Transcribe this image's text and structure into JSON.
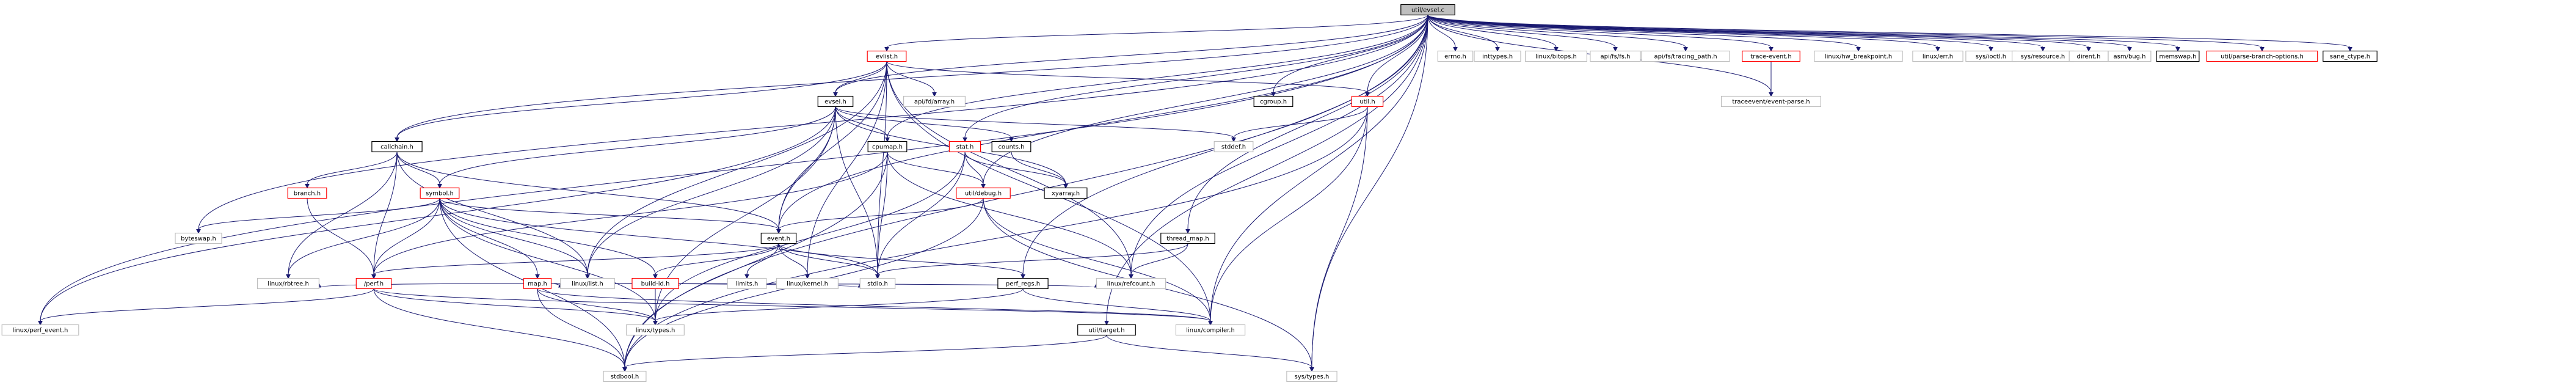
{
  "diagram": {
    "title": "util/evsel.c include dependency graph",
    "root": "util/evsel.c",
    "colors": {
      "edge": "#191970",
      "node_border_default": "#bfbfbf",
      "node_border_documented": "#000000",
      "node_border_red": "#ff0000",
      "root_fill": "#bfbfbf"
    },
    "nodes": [
      {
        "id": "root",
        "label": "util/evsel.c",
        "style": "root"
      },
      {
        "id": "byteswap",
        "label": "byteswap.h",
        "style": "gray"
      },
      {
        "id": "errno",
        "label": "errno.h",
        "style": "gray"
      },
      {
        "id": "inttypes",
        "label": "inttypes.h",
        "style": "gray"
      },
      {
        "id": "bitops",
        "label": "linux/bitops.h",
        "style": "gray"
      },
      {
        "id": "apifs",
        "label": "api/fs/fs.h",
        "style": "gray"
      },
      {
        "id": "tracing_path",
        "label": "api/fs/tracing_path.h",
        "style": "gray"
      },
      {
        "id": "trace_event",
        "label": "trace-event.h",
        "style": "red"
      },
      {
        "id": "hw_breakpoint",
        "label": "linux/hw_breakpoint.h",
        "style": "gray"
      },
      {
        "id": "linux_err",
        "label": "linux/err.h",
        "style": "gray"
      },
      {
        "id": "sys_ioctl",
        "label": "sys/ioctl.h",
        "style": "gray"
      },
      {
        "id": "sys_resource",
        "label": "sys/resource.h",
        "style": "gray"
      },
      {
        "id": "dirent",
        "label": "dirent.h",
        "style": "gray"
      },
      {
        "id": "asm_bug",
        "label": "asm/bug.h",
        "style": "gray"
      },
      {
        "id": "memswap",
        "label": "memswap.h",
        "style": "black"
      },
      {
        "id": "parse_branch",
        "label": "util/parse-branch-options.h",
        "style": "red"
      },
      {
        "id": "sane_ctype",
        "label": "sane_ctype.h",
        "style": "black"
      },
      {
        "id": "evlist",
        "label": "evlist.h",
        "style": "red"
      },
      {
        "id": "api_fd_array",
        "label": "api/fd/array.h",
        "style": "gray"
      },
      {
        "id": "evsel",
        "label": "evsel.h",
        "style": "black"
      },
      {
        "id": "cgroup",
        "label": "cgroup.h",
        "style": "black"
      },
      {
        "id": "util",
        "label": "util.h",
        "style": "red"
      },
      {
        "id": "traceevent_parse",
        "label": "traceevent/event-parse.h",
        "style": "gray"
      },
      {
        "id": "stddef",
        "label": "stddef.h",
        "style": "gray"
      },
      {
        "id": "callchain",
        "label": "callchain.h",
        "style": "black"
      },
      {
        "id": "cpumap",
        "label": "cpumap.h",
        "style": "black"
      },
      {
        "id": "stat",
        "label": "stat.h",
        "style": "red"
      },
      {
        "id": "counts",
        "label": "counts.h",
        "style": "black"
      },
      {
        "id": "branch",
        "label": "branch.h",
        "style": "red"
      },
      {
        "id": "symbol",
        "label": "symbol.h",
        "style": "red"
      },
      {
        "id": "util_debug",
        "label": "util/debug.h",
        "style": "red"
      },
      {
        "id": "xyarray",
        "label": "xyarray.h",
        "style": "black"
      },
      {
        "id": "event",
        "label": "event.h",
        "style": "black"
      },
      {
        "id": "thread_map",
        "label": "thread_map.h",
        "style": "black"
      },
      {
        "id": "map",
        "label": "map.h",
        "style": "red"
      },
      {
        "id": "build_id",
        "label": "build-id.h",
        "style": "red"
      },
      {
        "id": "perf",
        "label": "/perf.h",
        "style": "red"
      },
      {
        "id": "perf_regs",
        "label": "perf_regs.h",
        "style": "black"
      },
      {
        "id": "rbtree",
        "label": "linux/rbtree.h",
        "style": "gray"
      },
      {
        "id": "linux_list",
        "label": "linux/list.h",
        "style": "gray"
      },
      {
        "id": "limits",
        "label": "limits.h",
        "style": "gray"
      },
      {
        "id": "linux_kernel",
        "label": "linux/kernel.h",
        "style": "gray"
      },
      {
        "id": "stdio",
        "label": "stdio.h",
        "style": "gray"
      },
      {
        "id": "refcount",
        "label": "linux/refcount.h",
        "style": "gray"
      },
      {
        "id": "perf_event",
        "label": "linux/perf_event.h",
        "style": "gray"
      },
      {
        "id": "linux_types",
        "label": "linux/types.h",
        "style": "gray"
      },
      {
        "id": "util_target",
        "label": "util/target.h",
        "style": "black"
      },
      {
        "id": "compiler",
        "label": "linux/compiler.h",
        "style": "gray"
      },
      {
        "id": "stdbool",
        "label": "stdbool.h",
        "style": "gray"
      },
      {
        "id": "sys_types",
        "label": "sys/types.h",
        "style": "gray"
      }
    ],
    "edges": [
      [
        "root",
        "byteswap"
      ],
      [
        "root",
        "errno"
      ],
      [
        "root",
        "inttypes"
      ],
      [
        "root",
        "bitops"
      ],
      [
        "root",
        "apifs"
      ],
      [
        "root",
        "tracing_path"
      ],
      [
        "root",
        "trace_event"
      ],
      [
        "root",
        "hw_breakpoint"
      ],
      [
        "root",
        "linux_err"
      ],
      [
        "root",
        "sys_ioctl"
      ],
      [
        "root",
        "sys_resource"
      ],
      [
        "root",
        "dirent"
      ],
      [
        "root",
        "asm_bug"
      ],
      [
        "root",
        "memswap"
      ],
      [
        "root",
        "parse_branch"
      ],
      [
        "root",
        "sane_ctype"
      ],
      [
        "root",
        "evlist"
      ],
      [
        "root",
        "evsel"
      ],
      [
        "root",
        "cgroup"
      ],
      [
        "root",
        "util"
      ],
      [
        "root",
        "traceevent_parse"
      ],
      [
        "root",
        "callchain"
      ],
      [
        "root",
        "cpumap"
      ],
      [
        "root",
        "stat"
      ],
      [
        "root",
        "util_debug"
      ],
      [
        "root",
        "event"
      ],
      [
        "root",
        "thread_map"
      ],
      [
        "root",
        "perf_regs"
      ],
      [
        "root",
        "refcount"
      ],
      [
        "root",
        "perf_event"
      ],
      [
        "root",
        "compiler"
      ],
      [
        "root",
        "stdbool"
      ],
      [
        "root",
        "sys_types"
      ],
      [
        "root",
        "util_target"
      ],
      [
        "trace_event",
        "traceevent_parse"
      ],
      [
        "evlist",
        "api_fd_array"
      ],
      [
        "evlist",
        "evsel"
      ],
      [
        "evlist",
        "util"
      ],
      [
        "evlist",
        "stdio"
      ],
      [
        "evlist",
        "linux_list"
      ],
      [
        "evlist",
        "event"
      ],
      [
        "evlist",
        "compiler"
      ],
      [
        "evlist",
        "refcount"
      ],
      [
        "evlist",
        "linux_kernel"
      ],
      [
        "evlist",
        "callchain"
      ],
      [
        "evsel",
        "stddef"
      ],
      [
        "evsel",
        "cpumap"
      ],
      [
        "evsel",
        "counts"
      ],
      [
        "evsel",
        "xyarray"
      ],
      [
        "evsel",
        "symbol"
      ],
      [
        "evsel",
        "perf_event"
      ],
      [
        "evsel",
        "linux_types"
      ],
      [
        "evsel",
        "linux_list"
      ],
      [
        "evsel",
        "stdio"
      ],
      [
        "evsel",
        "event"
      ],
      [
        "util",
        "stddef"
      ],
      [
        "util",
        "compiler"
      ],
      [
        "util",
        "sys_types"
      ],
      [
        "util",
        "stdbool"
      ],
      [
        "callchain",
        "branch"
      ],
      [
        "callchain",
        "symbol"
      ],
      [
        "callchain",
        "event"
      ],
      [
        "callchain",
        "perf"
      ],
      [
        "callchain",
        "linux_list"
      ],
      [
        "callchain",
        "rbtree"
      ],
      [
        "cpumap",
        "stdio"
      ],
      [
        "cpumap",
        "stdbool"
      ],
      [
        "cpumap",
        "refcount"
      ],
      [
        "cpumap",
        "util_debug"
      ],
      [
        "cpumap",
        "perf"
      ],
      [
        "stat",
        "xyarray"
      ],
      [
        "stat",
        "stdio"
      ],
      [
        "stat",
        "linux_types"
      ],
      [
        "stat",
        "util_debug"
      ],
      [
        "counts",
        "xyarray"
      ],
      [
        "branch",
        "perf"
      ],
      [
        "symbol",
        "byteswap"
      ],
      [
        "symbol",
        "rbtree"
      ],
      [
        "symbol",
        "linux_list"
      ],
      [
        "symbol",
        "map"
      ],
      [
        "symbol",
        "build_id"
      ],
      [
        "symbol",
        "event"
      ],
      [
        "symbol",
        "perf"
      ],
      [
        "symbol",
        "stdio"
      ],
      [
        "symbol",
        "stdbool"
      ],
      [
        "symbol",
        "linux_types"
      ],
      [
        "util_debug",
        "event"
      ],
      [
        "util_debug",
        "stdbool"
      ],
      [
        "util_debug",
        "compiler"
      ],
      [
        "util_debug",
        "sys_types"
      ],
      [
        "event",
        "limits"
      ],
      [
        "event",
        "linux_kernel"
      ],
      [
        "event",
        "stdio"
      ],
      [
        "event",
        "build_id"
      ],
      [
        "event",
        "perf_regs"
      ],
      [
        "event",
        "perf"
      ],
      [
        "thread_map",
        "stdio"
      ],
      [
        "thread_map",
        "refcount"
      ],
      [
        "map",
        "rbtree"
      ],
      [
        "map",
        "linux_list"
      ],
      [
        "map",
        "stdio"
      ],
      [
        "map",
        "stdbool"
      ],
      [
        "map",
        "linux_types"
      ],
      [
        "map",
        "compiler"
      ],
      [
        "map",
        "refcount"
      ],
      [
        "build_id",
        "linux_types"
      ],
      [
        "perf",
        "perf_event"
      ],
      [
        "perf",
        "stdbool"
      ],
      [
        "perf",
        "linux_types"
      ],
      [
        "perf",
        "compiler"
      ],
      [
        "perf_regs",
        "linux_types"
      ],
      [
        "perf_regs",
        "compiler"
      ],
      [
        "util_target",
        "stdbool"
      ],
      [
        "util_target",
        "sys_types"
      ]
    ]
  }
}
